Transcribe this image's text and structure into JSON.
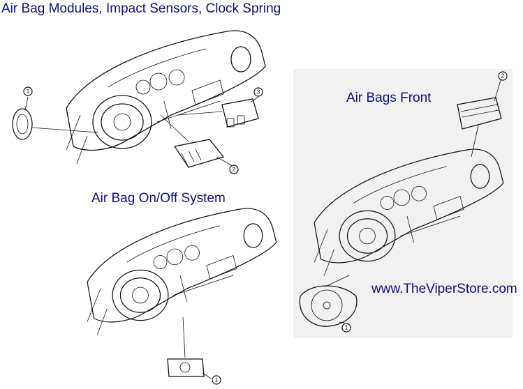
{
  "titles": {
    "main": "Air Bag Modules, Impact Sensors, Clock Spring",
    "on_off": "Air Bag On/Off System",
    "front": "Air Bags Front",
    "website": "www.TheViperStore.com"
  },
  "callouts": {
    "clock_spring": "1",
    "module_3": "3",
    "module_2": "2",
    "front_bag_2": "2",
    "driver_bag_1": "1",
    "switch_1": "1"
  },
  "colors": {
    "title": "#10107a",
    "panel": "#f1f1f1"
  }
}
